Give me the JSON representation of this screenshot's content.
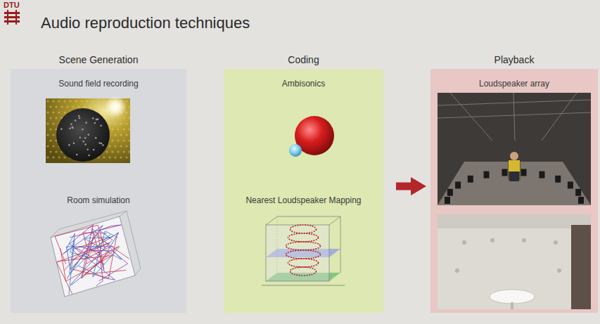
{
  "diagram": {
    "title": "Audio reproduction techniques",
    "nodes": [
      {
        "text": [
          "Scene Generation"
        ]
      },
      {
        "text": [
          "Sound field recording"
        ],
        "in": 0
      },
      {
        "text": [
          "Room simulation"
        ],
        "in": 0
      },
      {
        "text": [
          "Coding"
        ]
      },
      {
        "text": [
          "Ambisonics"
        ],
        "in": 3
      },
      {
        "text": [
          "Nearest Loudspeaker Mapping"
        ],
        "in": 3
      },
      {
        "text": [
          "Playback"
        ]
      },
      {
        "text": [
          "Loudspeaker array"
        ],
        "in": 6
      }
    ],
    "edges": [
      {
        "from": 3,
        "to": 6,
        "arrow": "to"
      }
    ],
    "labels": [
      "DTU"
    ]
  }
}
